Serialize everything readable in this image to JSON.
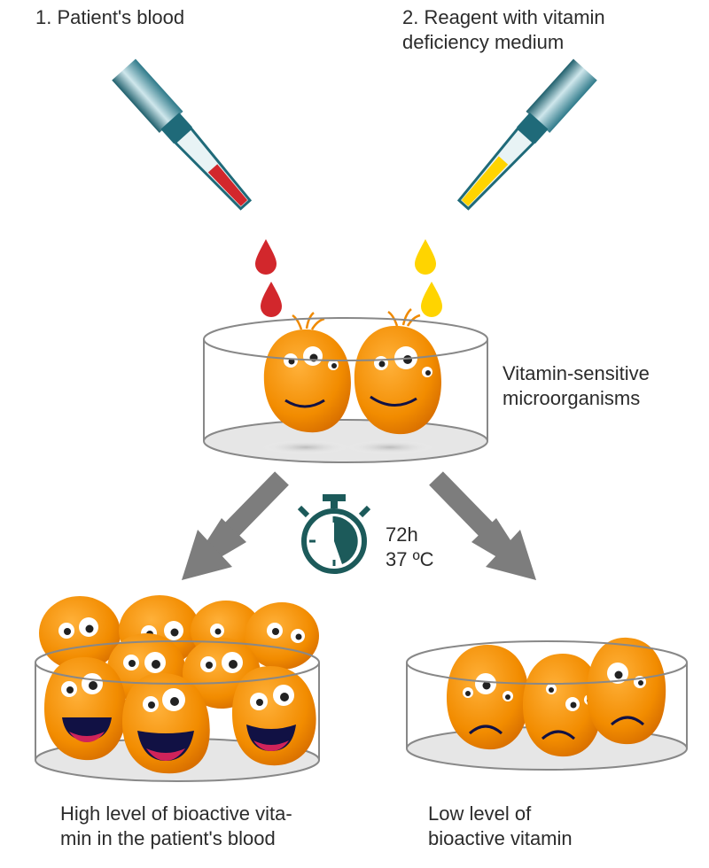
{
  "steps": {
    "step1": "1. Patient's blood",
    "step2": "2. Reagent with vitamin\ndeficiency medium"
  },
  "labels": {
    "microorganisms": "Vitamin-sensitive\nmicroorganisms",
    "duration": "72h",
    "temperature": "37 ºC",
    "high_result": "High level of bioactive vita-\nmin in the patient's blood",
    "low_result": "Low level of\nbioactive vitamin"
  },
  "colors": {
    "pipette": "#2f7a8a",
    "blood": "#d2272c",
    "reagent": "#ffd400",
    "organism": "#f08a00",
    "timer": "#1c5a5a",
    "arrow": "#7d7d7d"
  },
  "icons": {
    "pipette": "pipette-icon",
    "timer": "stopwatch-icon",
    "microorganism": "microorganism-icon"
  }
}
